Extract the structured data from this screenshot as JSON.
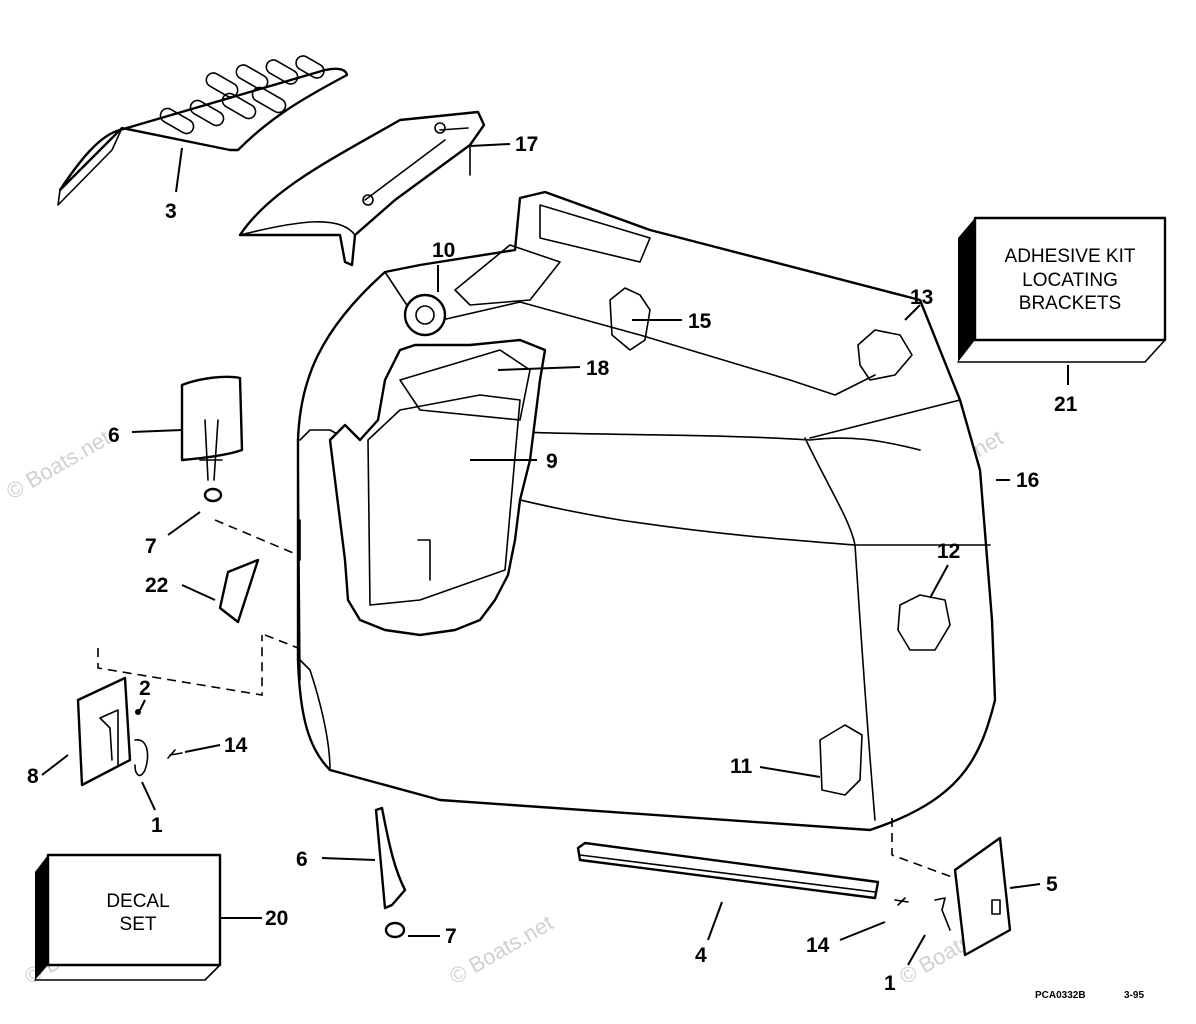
{
  "callouts": {
    "c1a": "1",
    "c1b": "1",
    "c2": "2",
    "c3": "3",
    "c4": "4",
    "c5": "5",
    "c6a": "6",
    "c6b": "6",
    "c7a": "7",
    "c7b": "7",
    "c8": "8",
    "c9": "9",
    "c10": "10",
    "c11": "11",
    "c12": "12",
    "c13": "13",
    "c14a": "14",
    "c14b": "14",
    "c15": "15",
    "c16": "16",
    "c17": "17",
    "c18": "18",
    "c20": "20",
    "c21": "21",
    "c22": "22"
  },
  "boxes": {
    "adhesive_kit": [
      "ADHESIVE KIT",
      "LOCATING",
      "BRACKETS"
    ],
    "decal_set": [
      "DECAL",
      "SET"
    ]
  },
  "drawing_code": "PCA0332B",
  "drawing_date": "3-95",
  "watermark": "© Boats.net"
}
